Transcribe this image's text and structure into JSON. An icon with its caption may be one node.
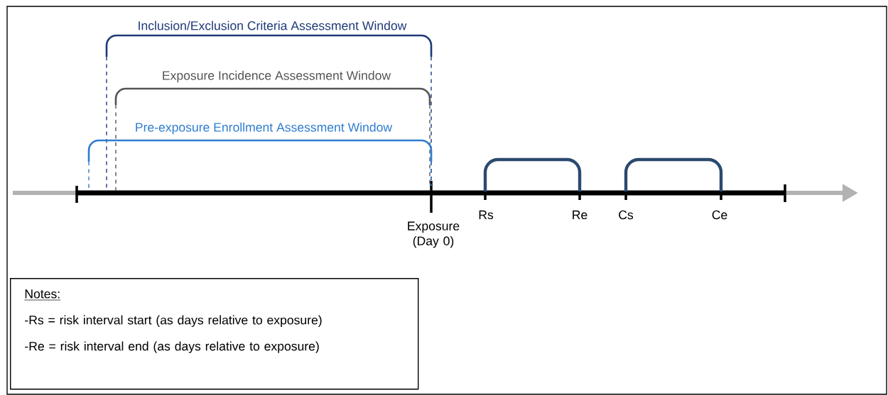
{
  "diagram": {
    "nodes": [
      {
        "text": [
          "Notes:",
          "-Rs = risk interval start (as days relative to exposure)",
          "-Re = risk interval end (as days relative to exposure)"
        ]
      }
    ],
    "labels": [
      "Inclusion/Exclusion Criteria Assessment Window",
      "Exposure Incidence Assessment Window",
      "Pre-exposure Enrollment Assessment Window",
      "Rs",
      "Re",
      "Cs",
      "Ce",
      "Exposure (Day 0)"
    ]
  }
}
